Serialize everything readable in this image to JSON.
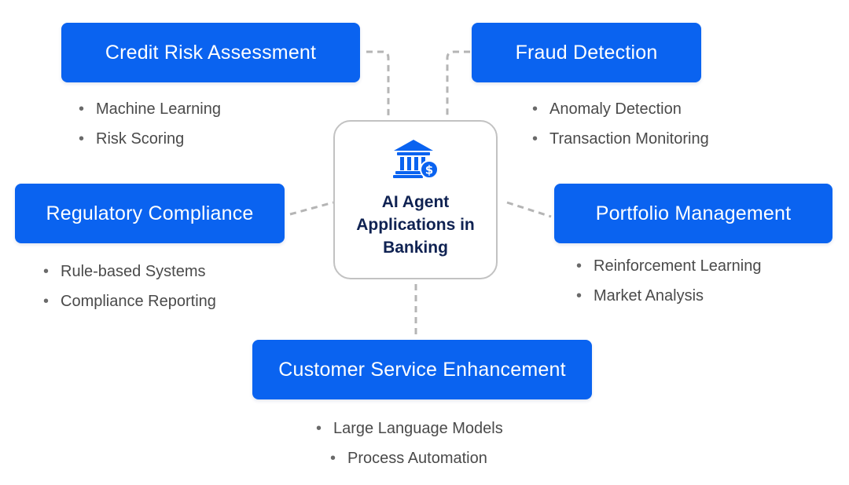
{
  "center": {
    "title": "AI Agent Applications in Banking",
    "icon": "bank-dollar-icon"
  },
  "colors": {
    "box_fill": "#0a63f0",
    "box_text": "#ffffff",
    "bullet_text": "#4a4a4a",
    "center_border": "#c2c2c2",
    "center_title": "#0f2252",
    "connector": "#b5b5b5"
  },
  "nodes": {
    "credit": {
      "label": "Credit Risk Assessment",
      "items": [
        "Machine Learning",
        "Risk Scoring"
      ]
    },
    "fraud": {
      "label": "Fraud Detection",
      "items": [
        "Anomaly Detection",
        "Transaction Monitoring"
      ]
    },
    "regulatory": {
      "label": "Regulatory Compliance",
      "items": [
        "Rule-based Systems",
        "Compliance Reporting"
      ]
    },
    "portfolio": {
      "label": "Portfolio Management",
      "items": [
        "Reinforcement Learning",
        "Market Analysis"
      ]
    },
    "customer": {
      "label": "Customer Service Enhancement",
      "items": [
        "Large Language Models",
        "Process Automation"
      ]
    }
  }
}
